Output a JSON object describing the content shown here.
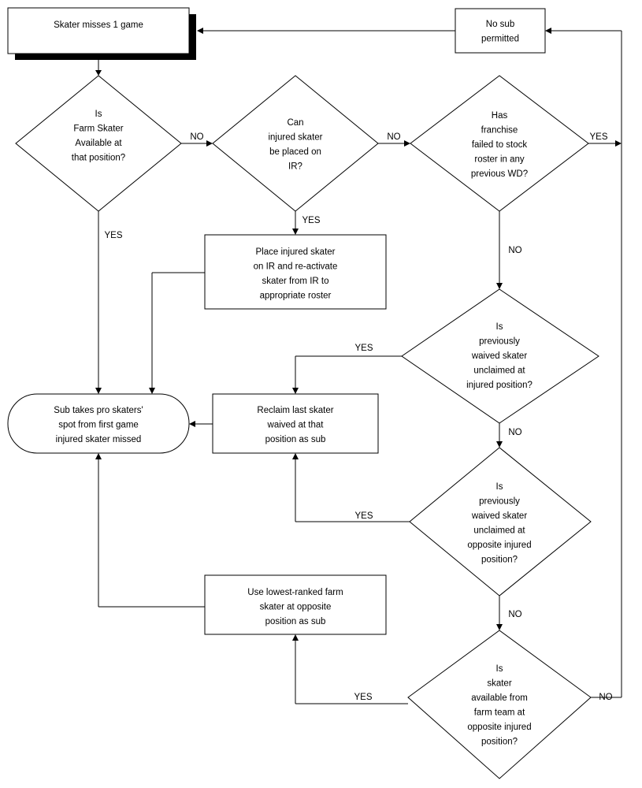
{
  "nodes": {
    "start": [
      "Skater misses 1 game"
    ],
    "no_sub": [
      "No sub",
      "permitted"
    ],
    "d_farm_avail": [
      "Is",
      "Farm Skater",
      "Available at",
      "that position?"
    ],
    "d_can_ir": [
      "Can",
      "injured skater",
      "be placed on",
      "IR?"
    ],
    "d_failed_stock": [
      "Has",
      "franchise",
      "failed to stock",
      "roster in any",
      "previous WD?"
    ],
    "place_ir": [
      "Place injured skater",
      "on IR and re-activate",
      "skater from IR to",
      "appropriate roster"
    ],
    "d_waived_injured": [
      "Is",
      "previously",
      "waived skater",
      "unclaimed at",
      "injured position?"
    ],
    "sub_takes": [
      "Sub takes pro skaters'",
      "spot from first game",
      "injured skater missed"
    ],
    "reclaim": [
      "Reclaim last skater",
      "waived at that",
      "position as sub"
    ],
    "d_waived_opposite": [
      "Is",
      "previously",
      "waived skater",
      "unclaimed at",
      "opposite injured",
      "position?"
    ],
    "lowest_ranked": [
      "Use lowest-ranked farm",
      "skater at opposite",
      "position as sub"
    ],
    "d_farm_opposite": [
      "Is",
      "skater",
      "available from",
      "farm team at",
      "opposite injured",
      "position?"
    ]
  },
  "labels": {
    "no_farm_to_ir": "NO",
    "no_ir_to_franchise": "NO",
    "yes_franchise": "YES",
    "yes_farm": "YES",
    "yes_ir": "YES",
    "no_franchise": "NO",
    "yes_waived_injured": "YES",
    "no_waived_injured": "NO",
    "yes_waived_opposite": "YES",
    "no_waived_opposite": "NO",
    "yes_farm_opposite": "YES",
    "no_farm_opposite": "NO"
  }
}
